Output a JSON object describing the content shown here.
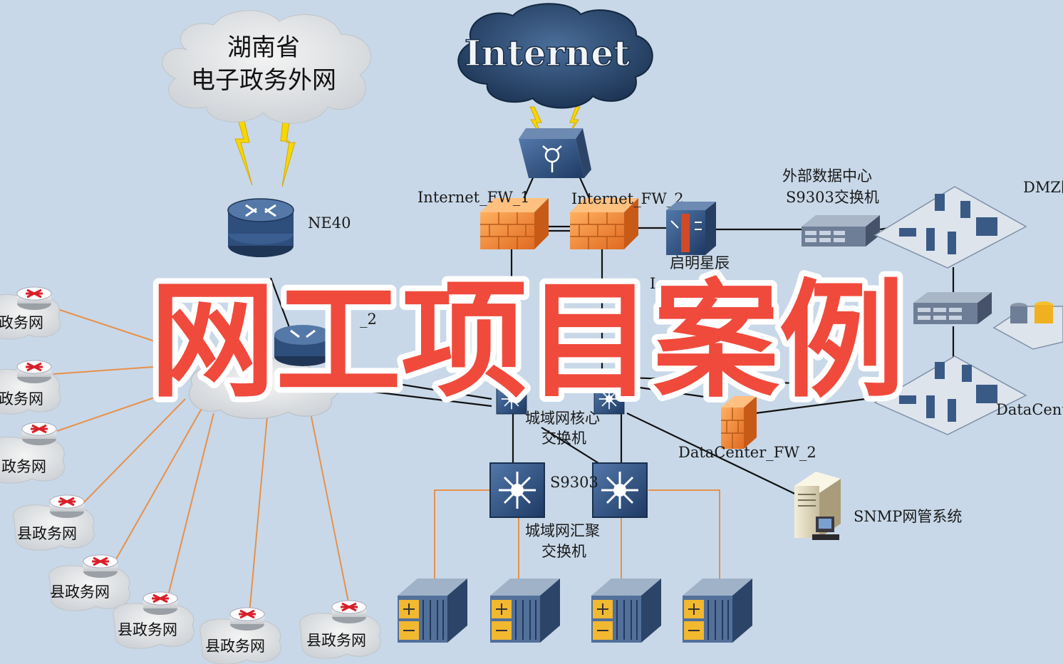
{
  "clouds": {
    "gov_line1": "湖南省",
    "gov_line2": "电子政务外网",
    "internet": "Internet"
  },
  "labels": {
    "ne40": "NE40",
    "fw1": "Internet_FW_1",
    "fw2": "Internet_FW_2",
    "qiming": "启明星辰",
    "ext_dc_line1": "外部数据中心",
    "ext_dc_line2": "S9303交换机",
    "dmz": "DMZ区",
    "datacenter": "DataCent",
    "dc_fw2": "DataCenter_FW_2",
    "snmp": "SNMP网管系统",
    "core_line1": "城域网核心",
    "core_line2": "交换机",
    "s9303": "S9303",
    "agg_line1": "城域网汇聚",
    "agg_line2": "交换机",
    "partial_2": "_2",
    "partial_i": "I"
  },
  "county_nets": [
    "政务网",
    "政务网",
    "政务网",
    "县政务网",
    "县政务网",
    "县政务网",
    "县政务网",
    "县政务网"
  ],
  "banner": "网工项目案例",
  "colors": {
    "background": "#c8d8e8",
    "device_blue": "#2a4a78",
    "firewall_orange": "#f08a3a",
    "orange_line": "#e8904a",
    "banner_red": "#f04a3c"
  }
}
